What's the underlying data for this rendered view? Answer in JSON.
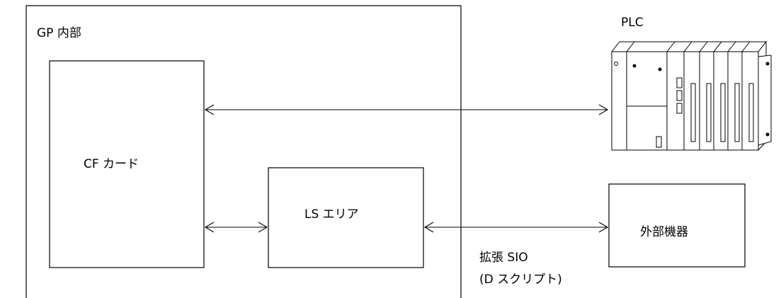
{
  "gp_region": {
    "label": "GP 内部"
  },
  "plc": {
    "label": "PLC"
  },
  "cf_card": {
    "label": "CF カード"
  },
  "ls_area": {
    "label": "LS エリア"
  },
  "external_device": {
    "label": "外部機器"
  },
  "link_label": {
    "line1": "拡張 SIO",
    "line2": "(D スクリプト)"
  }
}
